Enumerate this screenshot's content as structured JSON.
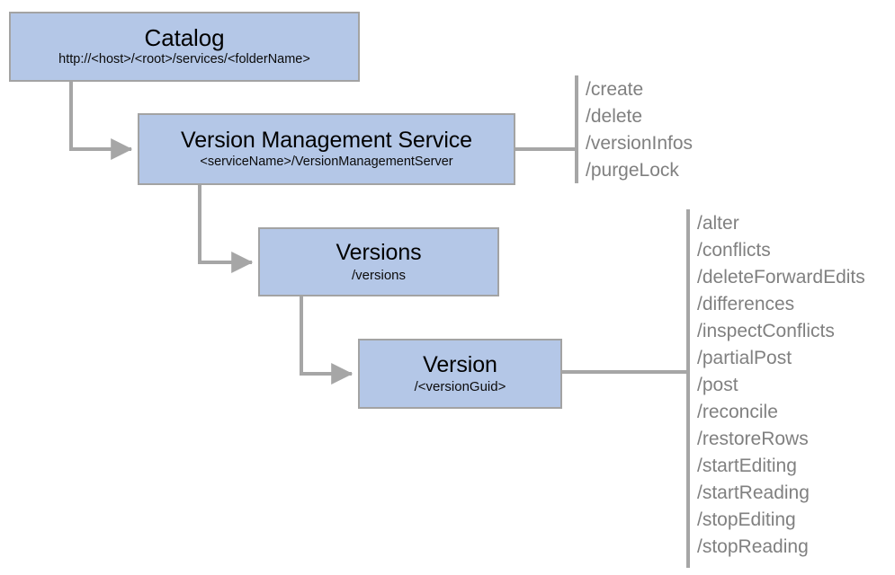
{
  "diagram": {
    "title_semantic": "ArcGIS Version Management Service REST resource hierarchy",
    "colors": {
      "node_fill": "#b4c7e7",
      "node_border": "#a3a3a3",
      "connector": "#a6a6a6",
      "method_text": "#808080",
      "node_text": "#000000",
      "background": "#ffffff"
    },
    "nodes": [
      {
        "id": "catalog",
        "title": "Catalog",
        "subtitle": "http://<host>/<root>/services/<folderName>"
      },
      {
        "id": "version-management-service",
        "title": "Version Management Service",
        "subtitle": "<serviceName>/VersionManagementServer"
      },
      {
        "id": "versions",
        "title": "Versions",
        "subtitle": "/versions"
      },
      {
        "id": "version",
        "title": "Version",
        "subtitle": "/<versionGuid>"
      }
    ],
    "service_operations": [
      "/create",
      "/delete",
      "/versionInfos",
      "/purgeLock"
    ],
    "version_operations": [
      "/alter",
      "/conflicts",
      "/deleteForwardEdits",
      "/differences",
      "/inspectConflicts",
      "/partialPost",
      "/post",
      "/reconcile",
      "/restoreRows",
      "/startEditing",
      "/startReading",
      "/stopEditing",
      "/stopReading"
    ]
  }
}
